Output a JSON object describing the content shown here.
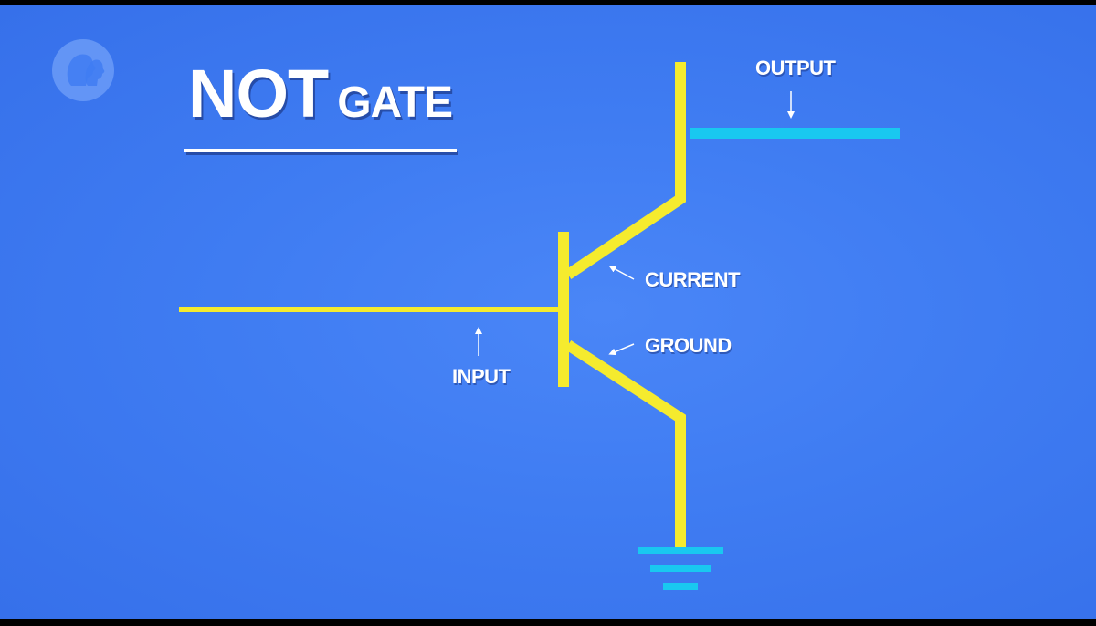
{
  "title": {
    "main": "NOT",
    "secondary": "GATE"
  },
  "labels": {
    "output": "OUTPUT",
    "current": "CURRENT",
    "ground": "GROUND",
    "input": "INPUT"
  },
  "logo": {
    "icon": "pbs-logo-icon"
  },
  "colors": {
    "background": "#3f7cf2",
    "wire": "#f5eb2e",
    "output_line": "#19c8f0",
    "ground_symbol": "#19c8f0",
    "text": "#ffffff"
  }
}
